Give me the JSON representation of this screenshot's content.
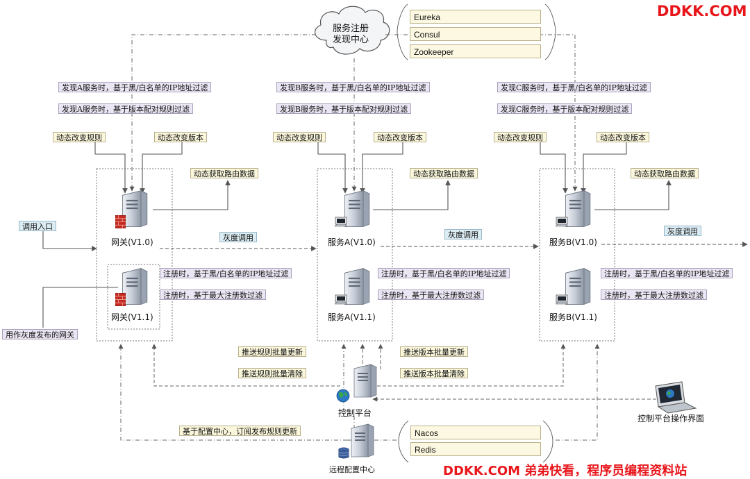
{
  "watermark_top": "DDKK.COM",
  "watermark_bottom": "DDKK.COM 弟弟快看，程序员编程资料站",
  "registry": {
    "cloud_line1": "服务注册",
    "cloud_line2": "发现中心",
    "items": [
      "Eureka",
      "Consul",
      "Zookeeper"
    ]
  },
  "config": {
    "items": [
      "Nacos",
      "Redis"
    ],
    "label": "远程配置中心",
    "subscribe": "基于配置中心，订阅发布规则更新"
  },
  "entry": {
    "call_entry": "调用入口",
    "gray_gateway_note": "用作灰度发布的网关"
  },
  "columns": [
    {
      "discover_blacklist": "发现A服务时，基于黑/白名单的IP地址过滤",
      "discover_version": "发现A服务时，基于版本配对规则过滤",
      "dyn_rule": "动态改变规则",
      "dyn_version": "动态改变版本",
      "dyn_route": "动态获取路由数据",
      "server1": "网关(V1.0)",
      "server2": "网关(V1.1)",
      "gray_call": "灰度调用",
      "reg_blacklist": "注册时，基于黑/白名单的IP地址过滤",
      "reg_max": "注册时，基于最大注册数过滤"
    },
    {
      "discover_blacklist": "发现B服务时，基于黑/白名单的IP地址过滤",
      "discover_version": "发现B服务时，基于版本配对规则过滤",
      "dyn_rule": "动态改变规则",
      "dyn_version": "动态改变版本",
      "dyn_route": "动态获取路由数据",
      "server1": "服务A(V1.0)",
      "server2": "服务A(V1.1)",
      "gray_call": "灰度调用",
      "reg_blacklist": "注册时，基于黑/白名单的IP地址过滤",
      "reg_max": "注册时，基于最大注册数过滤"
    },
    {
      "discover_blacklist": "发现C服务时，基于黑/白名单的IP地址过滤",
      "discover_version": "发现C服务时，基于版本配对规则过滤",
      "dyn_rule": "动态改变规则",
      "dyn_version": "动态改变版本",
      "dyn_route": "动态获取路由数据",
      "server1": "服务B(V1.0)",
      "server2": "服务B(V1.1)",
      "gray_call": "灰度调用",
      "reg_blacklist": "注册时，基于黑/白名单的IP地址过滤",
      "reg_max": "注册时，基于最大注册数过滤"
    }
  ],
  "control": {
    "push_rule_update": "推送规则批量更新",
    "push_rule_clear": "推送规则批量清除",
    "push_version_update": "推送版本批量更新",
    "push_version_clear": "推送版本批量清除",
    "platform": "控制平台",
    "console": "控制平台操作界面"
  }
}
